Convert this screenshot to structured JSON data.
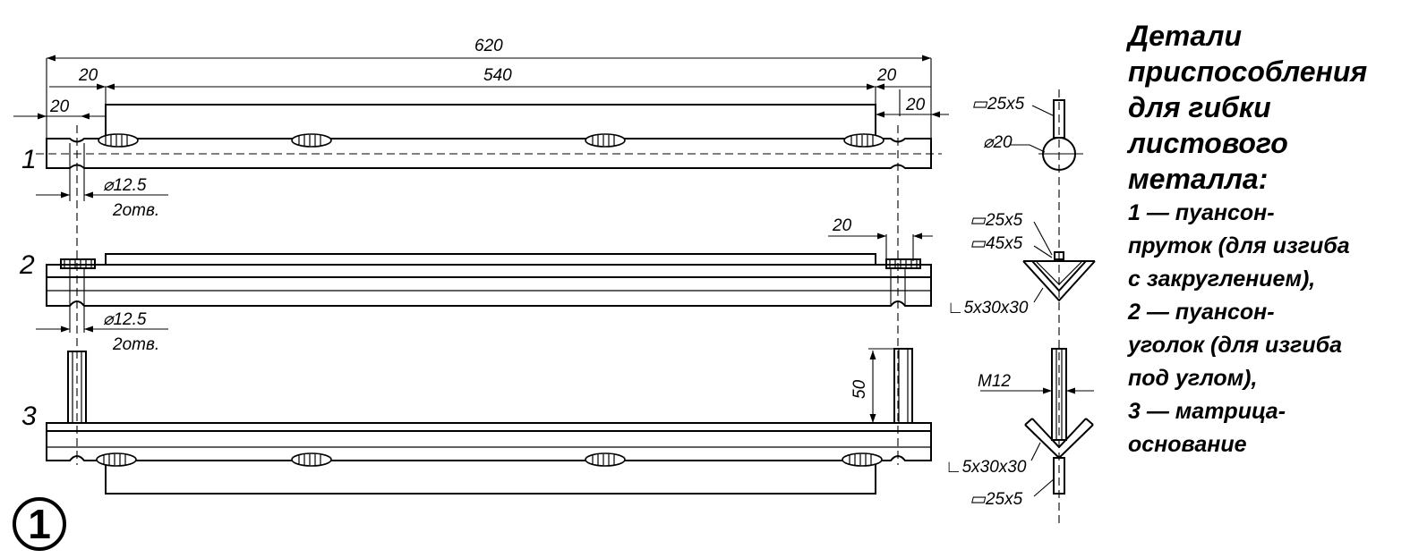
{
  "figure": {
    "number": "1",
    "part_labels": [
      "1",
      "2",
      "3"
    ]
  },
  "dimensions": {
    "overall": "620",
    "inner": "540",
    "left_offset": "20",
    "right_offset": "20",
    "left_end": "20",
    "right_end": "20",
    "hole1_dia": "⌀12.5",
    "hole1_count": "2отв.",
    "hole2_dia": "⌀12.5",
    "hole2_count": "2отв.",
    "part2_right": "20",
    "pin_height": "50"
  },
  "sections": {
    "s1_strip": "▭25x5",
    "s1_rod": "⌀20",
    "s2_strip_a": "▭25x5",
    "s2_strip_b": "▭45x5",
    "s2_angle": "∟5x30x30",
    "s3_thread": "M12",
    "s3_angle": "∟5x30x30",
    "s3_strip": "▭25x5"
  },
  "caption": {
    "title_lines": [
      "Детали",
      "приспособления",
      "для гибки",
      "листового",
      "металла:"
    ],
    "items": [
      "1 — пуансон-",
      "пруток (для изгиба",
      "с закруглением),",
      "2 — пуансон-",
      "уголок (для изгиба",
      "под углом),",
      "3 — матрица-",
      "основание"
    ]
  }
}
